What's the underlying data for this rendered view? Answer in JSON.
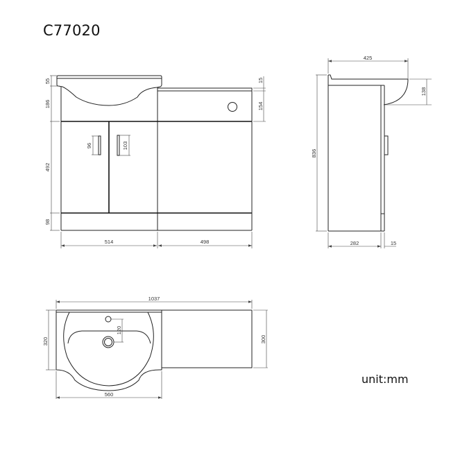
{
  "title": "C77020",
  "unit_label": "unit:mm",
  "front_view": {
    "dims": {
      "basin_top_thickness": "55",
      "basin_bowl_height": "186",
      "door_height": "492",
      "plinth_height": "98",
      "left_handle_length": "96",
      "right_handle_length": "103",
      "left_width": "514",
      "right_width": "498",
      "right_top_thickness": "15",
      "right_panel_height": "154"
    }
  },
  "side_view": {
    "dims": {
      "basin_depth": "425",
      "basin_overhang_height": "138",
      "total_height": "836",
      "cabinet_depth": "282",
      "door_thickness": "15"
    }
  },
  "top_view": {
    "dims": {
      "total_width": "1037",
      "basin_depth": "320",
      "tap_to_waste": "120",
      "right_unit_depth": "300",
      "basin_width": "560"
    }
  }
}
